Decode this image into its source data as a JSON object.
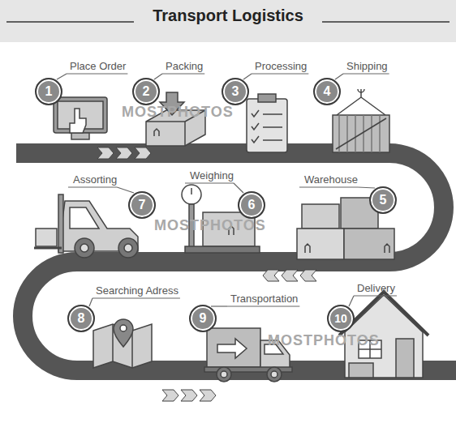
{
  "diagram": {
    "title": "Transport Logistics",
    "nodes": [
      {
        "text": [
          "Place Order",
          "1"
        ]
      },
      {
        "text": [
          "Packing",
          "2"
        ]
      },
      {
        "text": [
          "Processing",
          "3"
        ]
      },
      {
        "text": [
          "Shipping",
          "4"
        ]
      },
      {
        "text": [
          "Assorting",
          "7"
        ]
      },
      {
        "text": [
          "Weighing",
          "6"
        ]
      },
      {
        "text": [
          "Warehouse",
          "5"
        ]
      },
      {
        "text": [
          "Searching Adress",
          "8"
        ]
      },
      {
        "text": [
          "Transportation",
          "9"
        ]
      },
      {
        "text": [
          "Delivery",
          "10"
        ]
      }
    ],
    "labels": [
      "MOSTPHOTOS",
      "MOSTPHOTOS",
      "MOSTPHOTOS"
    ]
  }
}
